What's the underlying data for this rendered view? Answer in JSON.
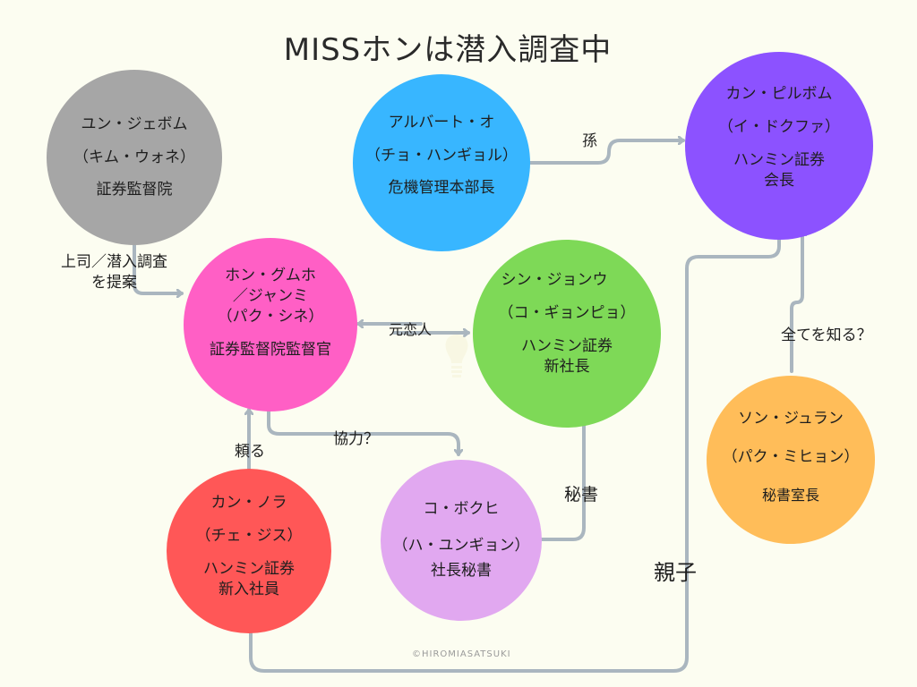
{
  "title": "MISSホンは潜入調査中",
  "nodes": {
    "yun": {
      "name": "ユン・ジェボム",
      "actor": "（キム・ウォネ）",
      "role": "証券監督院",
      "color": "#a6a6a6"
    },
    "albert": {
      "name": "アルバート・オ",
      "actor": "（チョ・ハンギョル）",
      "role": "危機管理本部長",
      "color": "#38b6ff"
    },
    "kang_pilbom": {
      "name": "カン・ピルボム",
      "actor": "（イ・ドクファ）",
      "role1": "ハンミン証券",
      "role2": "会長",
      "color": "#8c52ff"
    },
    "hong": {
      "name1": "ホン・グムホ",
      "name2": "／ジャンミ",
      "actor": "（パク・シネ）",
      "role": "証券監督院監督官",
      "color": "#ff5fc5"
    },
    "shin": {
      "name": "シン・ジョンウ",
      "actor": "（コ・ギョンピョ）",
      "role1": "ハンミン証券",
      "role2": "新社長",
      "color": "#7ed957"
    },
    "kang_nora": {
      "name": "カン・ノラ",
      "actor": "（チェ・ジス）",
      "role1": "ハンミン証券",
      "role2": "新入社員",
      "color": "#ff5757"
    },
    "go_bokhee": {
      "name": "コ・ボクヒ",
      "actor": "（ハ・ユンギョン）",
      "role": "社長秘書",
      "color": "#e1a8f0"
    },
    "song": {
      "name": "ソン・ジュラン",
      "actor": "（パク・ミヒョン）",
      "role": "秘書室長",
      "color": "#ffbd59"
    }
  },
  "relations": {
    "boss": {
      "line1": "上司／潜入調査",
      "line2": "を提案"
    },
    "grandson": "孫",
    "ex_lover": "元恋人",
    "cooperate": "協力？",
    "rely": "頼る",
    "secretary": "秘書",
    "knows_all": "全てを知る？",
    "parent_child": "親子"
  },
  "link_color": "#aab6bf",
  "copyright": "©HIROMIASATSUKI"
}
